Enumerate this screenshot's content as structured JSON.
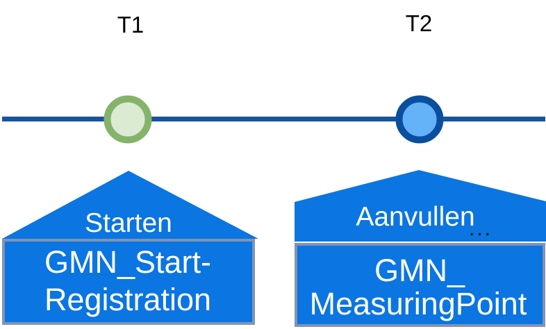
{
  "diagram": {
    "background_color": "#ffffff",
    "timeline": {
      "line_color": "#15549e",
      "points": [
        {
          "label": "T1",
          "ring_color": "#85b369",
          "fill_color": "#dcead3"
        },
        {
          "label": "T2",
          "ring_color": "#0a4f9e",
          "fill_color": "#64b2f8"
        }
      ]
    },
    "callouts": [
      {
        "action_label": "Starten",
        "object_line1": "GMN_Start-",
        "object_line2": "Registration",
        "fill_color": "#0b75e1",
        "border_color": "#8094b4"
      },
      {
        "action_label": "Aanvullen",
        "ellipsis": "...",
        "object_line1": "GMN_",
        "object_line2": "MeasuringPoint",
        "fill_color": "#0b75e1",
        "border_color": "#8094b4"
      }
    ]
  }
}
